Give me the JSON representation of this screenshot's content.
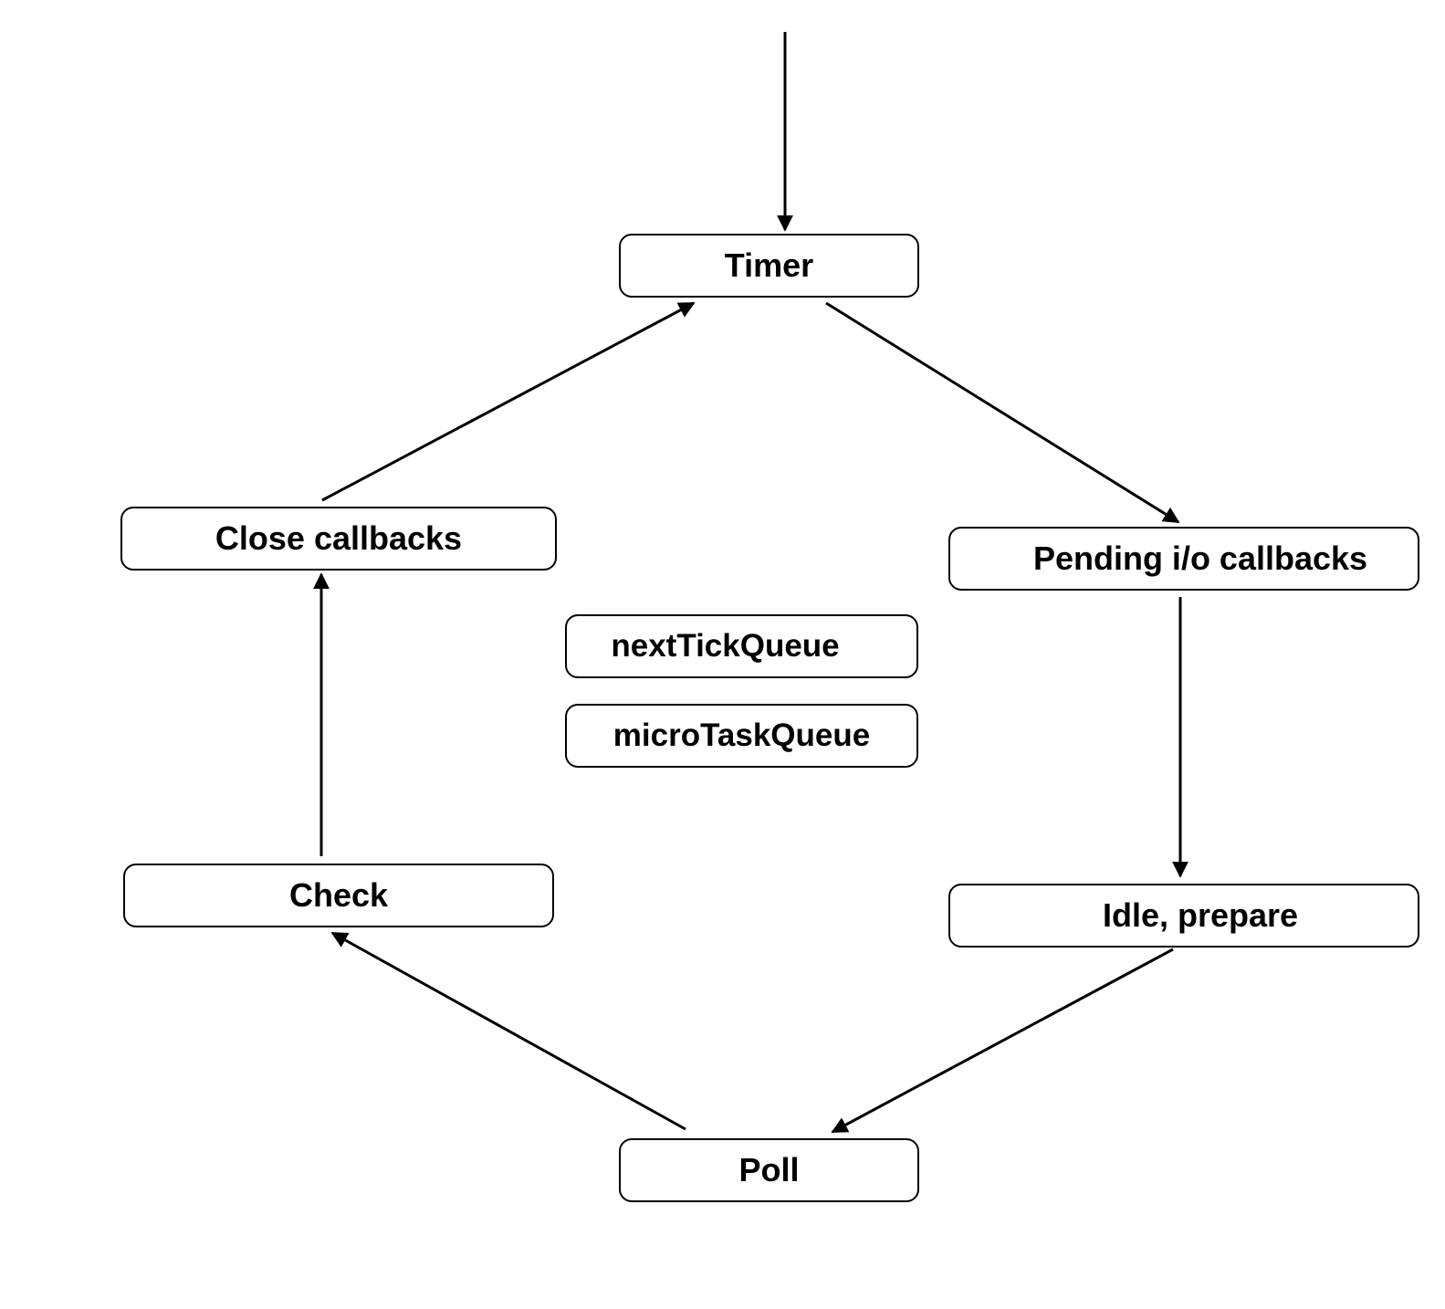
{
  "diagram": {
    "nodes": {
      "timer": "Timer",
      "pending": "Pending i/o callbacks",
      "idle": "Idle, prepare",
      "poll": "Poll",
      "check": "Check",
      "close": "Close callbacks",
      "next_tick_queue": "nextTickQueue",
      "micro_task_queue": "microTaskQueue"
    },
    "edges": [
      {
        "from": "entry",
        "to": "Timer"
      },
      {
        "from": "Timer",
        "to": "Pending i/o callbacks"
      },
      {
        "from": "Pending i/o callbacks",
        "to": "Idle, prepare"
      },
      {
        "from": "Idle, prepare",
        "to": "Poll"
      },
      {
        "from": "Poll",
        "to": "Check"
      },
      {
        "from": "Check",
        "to": "Close callbacks"
      },
      {
        "from": "Close callbacks",
        "to": "Timer"
      }
    ],
    "colors": {
      "stroke": "#000000",
      "background": "#ffffff"
    }
  }
}
